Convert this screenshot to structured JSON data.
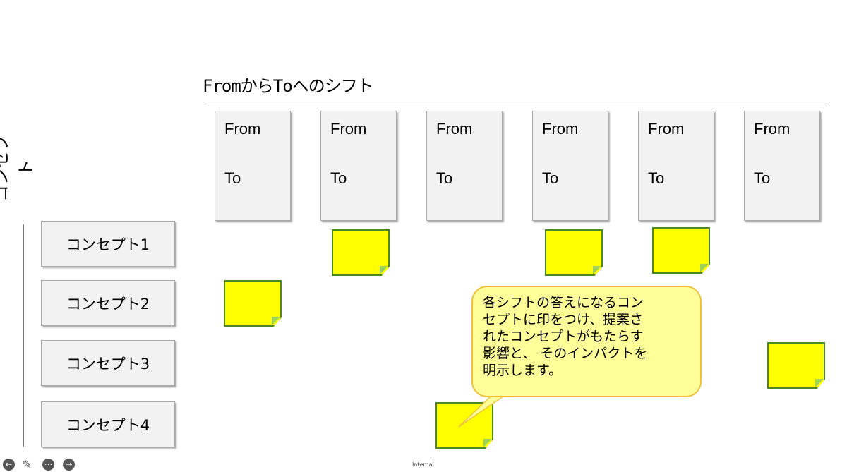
{
  "title": "FromからToへのシフト",
  "side_label": "コンセプト",
  "shift_cards": [
    {
      "from": "From",
      "to": "To"
    },
    {
      "from": "From",
      "to": "To"
    },
    {
      "from": "From",
      "to": "To"
    },
    {
      "from": "From",
      "to": "To"
    },
    {
      "from": "From",
      "to": "To"
    },
    {
      "from": "From",
      "to": "To"
    }
  ],
  "concepts": [
    "コンセプト1",
    "コンセプト2",
    "コンセプト3",
    "コンセプト4"
  ],
  "callout": [
    "各シフトの答えになるコン",
    "セプトに印をつけ、提案さ",
    "れたコンセプトがもたらす",
    "影響と、 そのインパクトを",
    "明示します。"
  ],
  "footer": "Internal",
  "colors": {
    "sticky": "#ffff00",
    "callout": "#ffff9a"
  }
}
